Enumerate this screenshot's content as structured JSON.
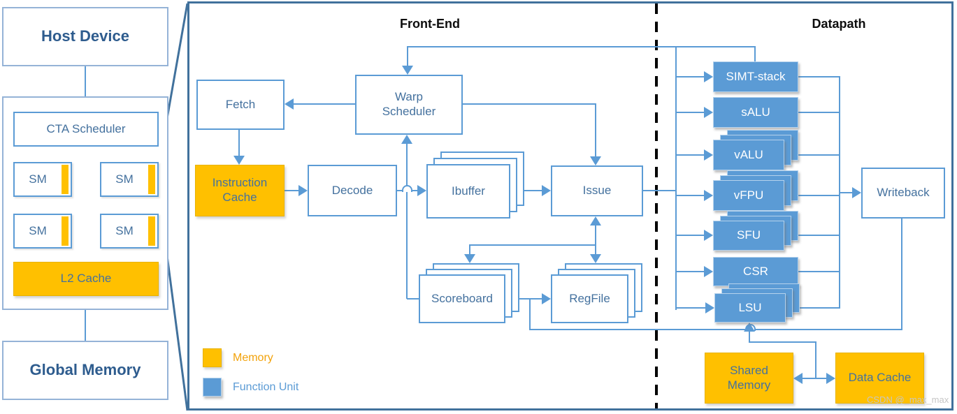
{
  "host_panel": {
    "host_device_label": "Host Device",
    "cta_scheduler_label": "CTA Scheduler",
    "sm_labels": [
      "SM",
      "SM",
      "SM",
      "SM"
    ],
    "l2_cache_label": "L2 Cache",
    "global_memory_label": "Global Memory"
  },
  "main_panel": {
    "frontend_title": "Front-End",
    "datapath_title": "Datapath",
    "frontend_blocks": {
      "fetch": "Fetch",
      "warp_scheduler": "Warp Scheduler",
      "instruction_cache": "Instruction Cache",
      "decode": "Decode",
      "ibuffer": "Ibuffer",
      "issue": "Issue",
      "scoreboard": "Scoreboard",
      "regfile": "RegFile"
    },
    "datapath_blocks": {
      "function_units": [
        {
          "label": "SIMT-stack",
          "stacked": false
        },
        {
          "label": "sALU",
          "stacked": false
        },
        {
          "label": "vALU",
          "stacked": true
        },
        {
          "label": "vFPU",
          "stacked": true
        },
        {
          "label": "SFU",
          "stacked": true
        },
        {
          "label": "CSR",
          "stacked": false
        },
        {
          "label": "LSU",
          "stacked": true
        }
      ],
      "writeback": "Writeback",
      "shared_memory": "Shared Memory",
      "data_cache": "Data Cache"
    },
    "legend": {
      "memory_label": "Memory",
      "function_unit_label": "Function Unit"
    }
  },
  "watermark": "CSDN @_max_max",
  "colors": {
    "memory_fill": "#FFC000",
    "function_unit_fill": "#5B9BD5",
    "connector_blue": "#5B9BD5",
    "panel_border": "#41719C",
    "label_text": "#44719E",
    "heading_text": "#2E5C8E",
    "legend_memory_text": "#F2A20B",
    "watermark_text": "#C6C6C6"
  }
}
